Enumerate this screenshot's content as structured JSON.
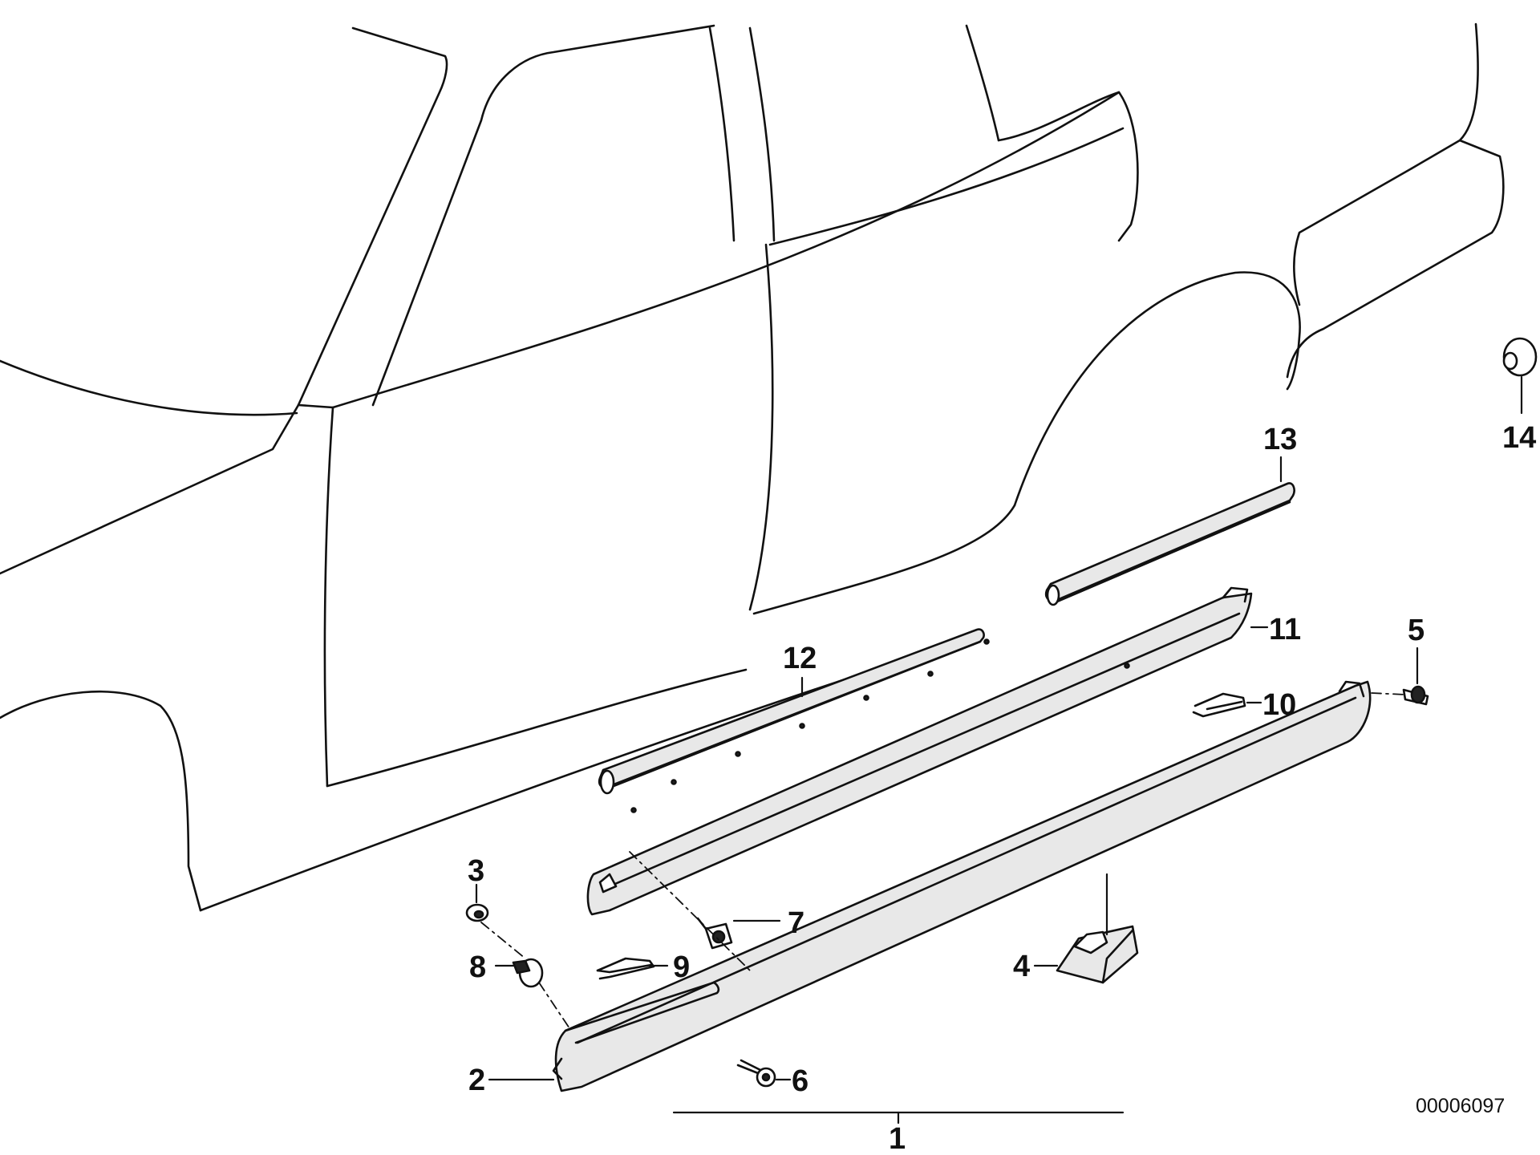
{
  "callouts": {
    "c1": "1",
    "c2": "2",
    "c3": "3",
    "c4": "4",
    "c5": "5",
    "c6": "6",
    "c7": "7",
    "c8": "8",
    "c9": "9",
    "c10": "10",
    "c11": "11",
    "c12": "12",
    "c13": "13",
    "c14": "14"
  },
  "reference_number": "00006097"
}
